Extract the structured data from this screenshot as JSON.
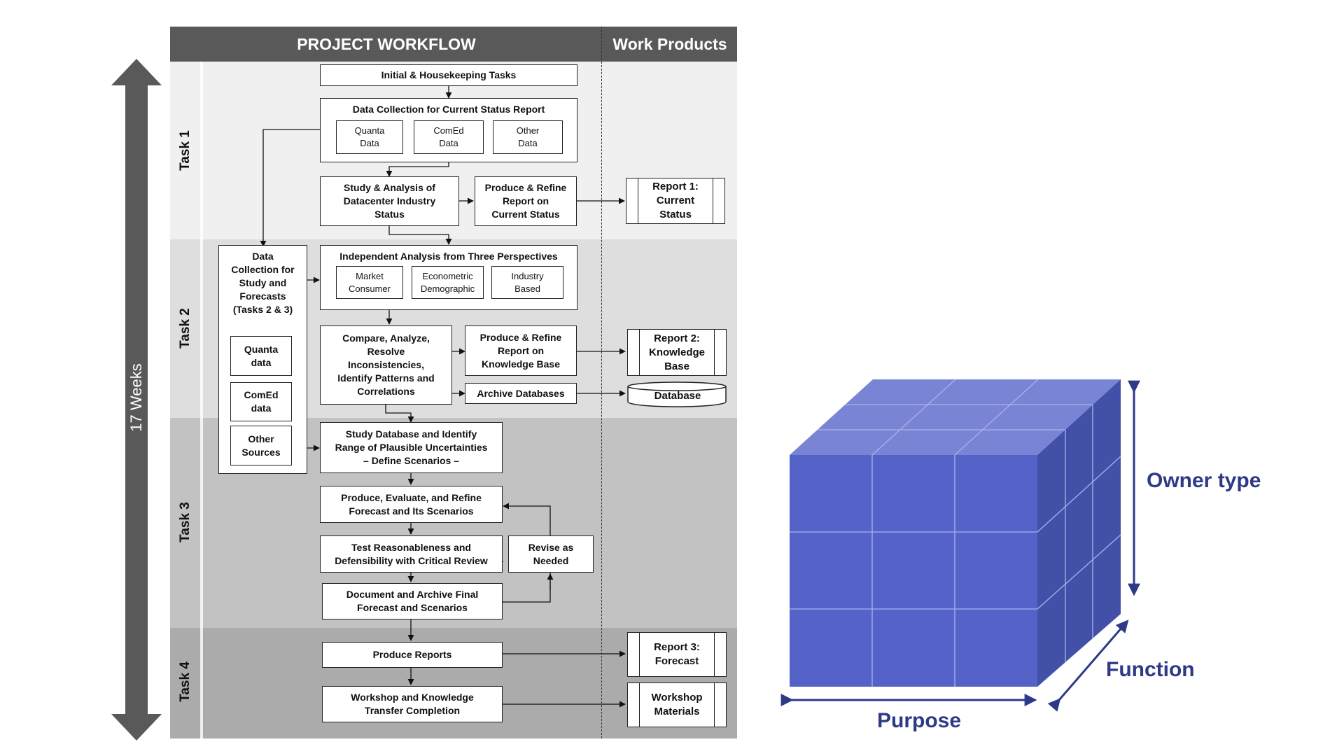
{
  "workflow": {
    "header": "PROJECT WORKFLOW",
    "work_products_header": "Work Products",
    "duration_label": "17 Weeks",
    "tasks": [
      "Task 1",
      "Task 2",
      "Task 3",
      "Task 4"
    ],
    "task1": {
      "initial": "Initial & Housekeeping Tasks",
      "collection_title": "Data Collection for Current Status Report",
      "sources": [
        "Quanta\nData",
        "ComEd\nData",
        "Other\nData"
      ],
      "study": "Study & Analysis of\nDatacenter Industry\nStatus",
      "produce": "Produce & Refine\nReport on\nCurrent Status"
    },
    "task2": {
      "collection_side": "Data\nCollection for\nStudy and\nForecasts\n(Tasks 2 & 3)",
      "side_sources": [
        "Quanta\ndata",
        "ComEd\ndata",
        "Other\nSources"
      ],
      "analysis_title": "Independent Analysis from Three Perspectives",
      "perspectives": [
        "Market\nConsumer",
        "Econometric\nDemographic",
        "Industry\nBased"
      ],
      "compare": "Compare, Analyze,\nResolve\nInconsistencies,\nIdentify Patterns and\nCorrelations",
      "produce": "Produce & Refine\nReport on\nKnowledge Base",
      "archive": "Archive Databases"
    },
    "task3": {
      "study": "Study Database and Identify\nRange of Plausible Uncertainties\n– Define Scenarios –",
      "produce": "Produce, Evaluate, and Refine\nForecast and Its Scenarios",
      "test": "Test Reasonableness and\nDefensibility with Critical Review",
      "revise": "Revise as\nNeeded",
      "document": "Document and Archive Final\nForecast and Scenarios"
    },
    "task4": {
      "reports": "Produce Reports",
      "workshop": "Workshop and Knowledge\nTransfer Completion"
    },
    "work_products": {
      "report1": "Report 1:\nCurrent\nStatus",
      "report2": "Report 2:\nKnowledge\nBase",
      "database": "Database",
      "report3": "Report 3:\nForecast",
      "workshop": "Workshop\nMaterials"
    }
  },
  "cube": {
    "face_color": "#5563c9",
    "axes": {
      "vertical": "Owner type",
      "depth": "Function",
      "horizontal": "Purpose"
    }
  }
}
